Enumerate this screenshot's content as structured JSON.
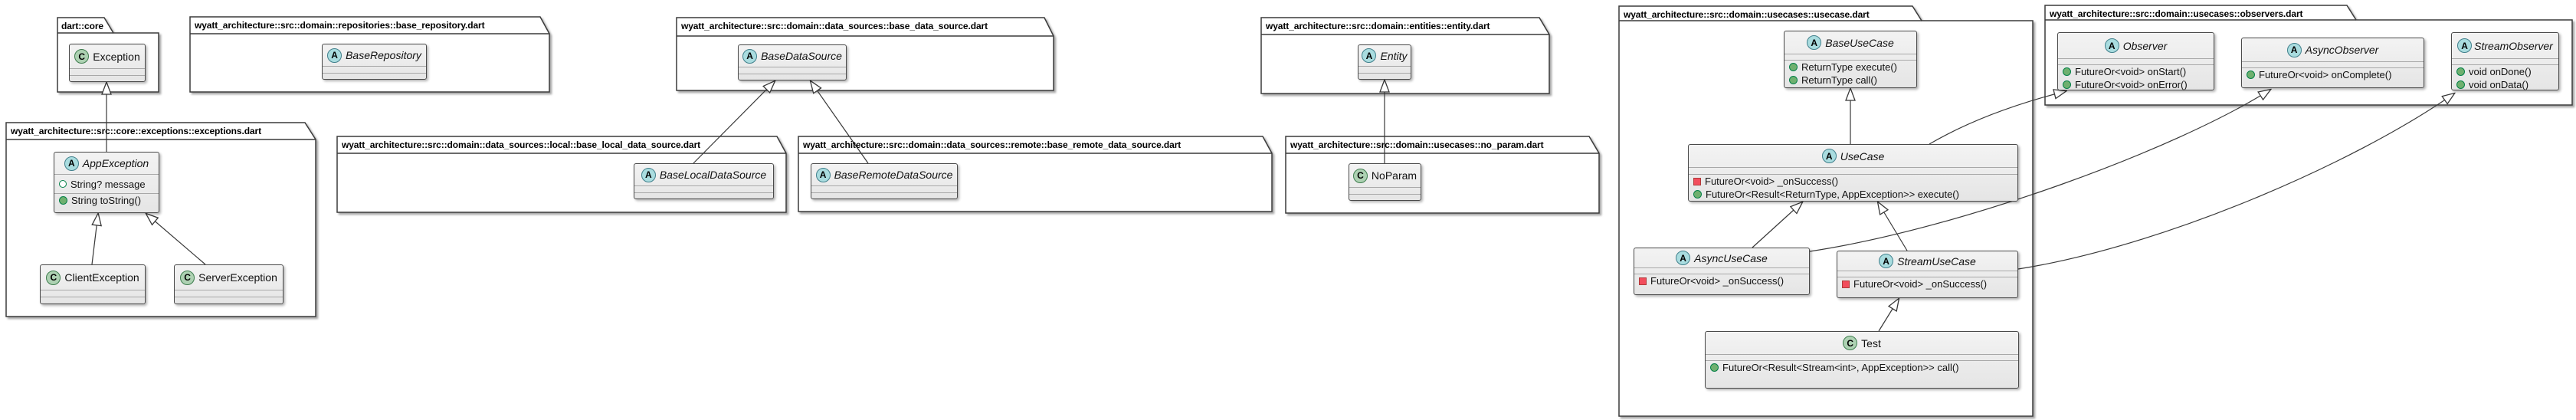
{
  "diagram_type": "uml-class-diagram",
  "colors": {
    "background": "#FFFFFF",
    "package_border": "#3A3A3A",
    "class_border": "#4A4A4A",
    "class_bg": "#EFEFEF",
    "abstract_spot_bg": "#A9DCDF",
    "class_spot_bg": "#ADD1B2",
    "public_method_marker": "#6FB06F",
    "private_method_marker": "#F24D5C",
    "field_marker_outline": "#038048",
    "edge": "#383838"
  },
  "packages": [
    {
      "id": "dart_core",
      "title": "dart::core",
      "classes": [
        {
          "name": "Exception",
          "kind": "class",
          "spot": "C"
        }
      ]
    },
    {
      "id": "base_repository",
      "title": "wyatt_architecture::src::domain::repositories::base_repository.dart",
      "classes": [
        {
          "name": "BaseRepository",
          "kind": "abstract",
          "spot": "A"
        }
      ]
    },
    {
      "id": "exceptions",
      "title": "wyatt_architecture::src::core::exceptions::exceptions.dart",
      "classes": [
        {
          "name": "AppException",
          "kind": "abstract",
          "spot": "A",
          "fields": [
            {
              "visibility": "field",
              "text": "String? message"
            }
          ],
          "methods": [
            {
              "visibility": "public",
              "text": "String toString()"
            }
          ]
        },
        {
          "name": "ClientException",
          "kind": "class",
          "spot": "C"
        },
        {
          "name": "ServerException",
          "kind": "class",
          "spot": "C"
        }
      ]
    },
    {
      "id": "base_data_source",
      "title": "wyatt_architecture::src::domain::data_sources::base_data_source.dart",
      "classes": [
        {
          "name": "BaseDataSource",
          "kind": "abstract",
          "spot": "A"
        }
      ]
    },
    {
      "id": "base_local_data_source",
      "title": "wyatt_architecture::src::domain::data_sources::local::base_local_data_source.dart",
      "classes": [
        {
          "name": "BaseLocalDataSource",
          "kind": "abstract",
          "spot": "A"
        }
      ]
    },
    {
      "id": "base_remote_data_source",
      "title": "wyatt_architecture::src::domain::data_sources::remote::base_remote_data_source.dart",
      "classes": [
        {
          "name": "BaseRemoteDataSource",
          "kind": "abstract",
          "spot": "A"
        }
      ]
    },
    {
      "id": "entity",
      "title": "wyatt_architecture::src::domain::entities::entity.dart",
      "classes": [
        {
          "name": "Entity",
          "kind": "abstract",
          "spot": "A"
        }
      ]
    },
    {
      "id": "no_param",
      "title": "wyatt_architecture::src::domain::usecases::no_param.dart",
      "classes": [
        {
          "name": "NoParam",
          "kind": "class",
          "spot": "C"
        }
      ]
    },
    {
      "id": "usecase",
      "title": "wyatt_architecture::src::domain::usecases::usecase.dart",
      "classes": [
        {
          "name": "BaseUseCase",
          "kind": "abstract",
          "spot": "A",
          "methods": [
            {
              "visibility": "public",
              "text": "ReturnType execute()"
            },
            {
              "visibility": "public",
              "text": "ReturnType call()"
            }
          ]
        },
        {
          "name": "UseCase",
          "kind": "abstract",
          "spot": "A",
          "methods": [
            {
              "visibility": "private",
              "text": "FutureOr<void> _onSuccess()"
            },
            {
              "visibility": "public",
              "text": "FutureOr<Result<ReturnType, AppException>> execute()"
            }
          ]
        },
        {
          "name": "AsyncUseCase",
          "kind": "abstract",
          "spot": "A",
          "methods": [
            {
              "visibility": "private",
              "text": "FutureOr<void> _onSuccess()"
            }
          ]
        },
        {
          "name": "StreamUseCase",
          "kind": "abstract",
          "spot": "A",
          "methods": [
            {
              "visibility": "private",
              "text": "FutureOr<void> _onSuccess()"
            }
          ]
        },
        {
          "name": "Test",
          "kind": "class",
          "spot": "C",
          "methods": [
            {
              "visibility": "public",
              "text": "FutureOr<Result<Stream<int>, AppException>> call()"
            }
          ]
        }
      ]
    },
    {
      "id": "observers",
      "title": "wyatt_architecture::src::domain::usecases::observers.dart",
      "classes": [
        {
          "name": "Observer",
          "kind": "abstract",
          "spot": "A",
          "methods": [
            {
              "visibility": "public",
              "text": "FutureOr<void> onStart()"
            },
            {
              "visibility": "public",
              "text": "FutureOr<void> onError()"
            }
          ]
        },
        {
          "name": "AsyncObserver",
          "kind": "abstract",
          "spot": "A",
          "methods": [
            {
              "visibility": "public",
              "text": "FutureOr<void> onComplete()"
            }
          ]
        },
        {
          "name": "StreamObserver",
          "kind": "abstract",
          "spot": "A",
          "methods": [
            {
              "visibility": "public",
              "text": "void onDone()"
            },
            {
              "visibility": "public",
              "text": "void onData()"
            }
          ]
        }
      ]
    }
  ],
  "relations": [
    {
      "from": "AppException",
      "to": "Exception",
      "type": "extends"
    },
    {
      "from": "ClientException",
      "to": "AppException",
      "type": "extends"
    },
    {
      "from": "ServerException",
      "to": "AppException",
      "type": "extends"
    },
    {
      "from": "BaseLocalDataSource",
      "to": "BaseDataSource",
      "type": "extends"
    },
    {
      "from": "BaseRemoteDataSource",
      "to": "BaseDataSource",
      "type": "extends"
    },
    {
      "from": "NoParam",
      "to": "Entity",
      "type": "extends"
    },
    {
      "from": "UseCase",
      "to": "BaseUseCase",
      "type": "extends"
    },
    {
      "from": "UseCase",
      "to": "Observer",
      "type": "extends"
    },
    {
      "from": "AsyncUseCase",
      "to": "UseCase",
      "type": "extends"
    },
    {
      "from": "StreamUseCase",
      "to": "UseCase",
      "type": "extends"
    },
    {
      "from": "AsyncUseCase",
      "to": "AsyncObserver",
      "type": "extends"
    },
    {
      "from": "StreamUseCase",
      "to": "StreamObserver",
      "type": "extends"
    },
    {
      "from": "Test",
      "to": "StreamUseCase",
      "type": "extends"
    }
  ]
}
